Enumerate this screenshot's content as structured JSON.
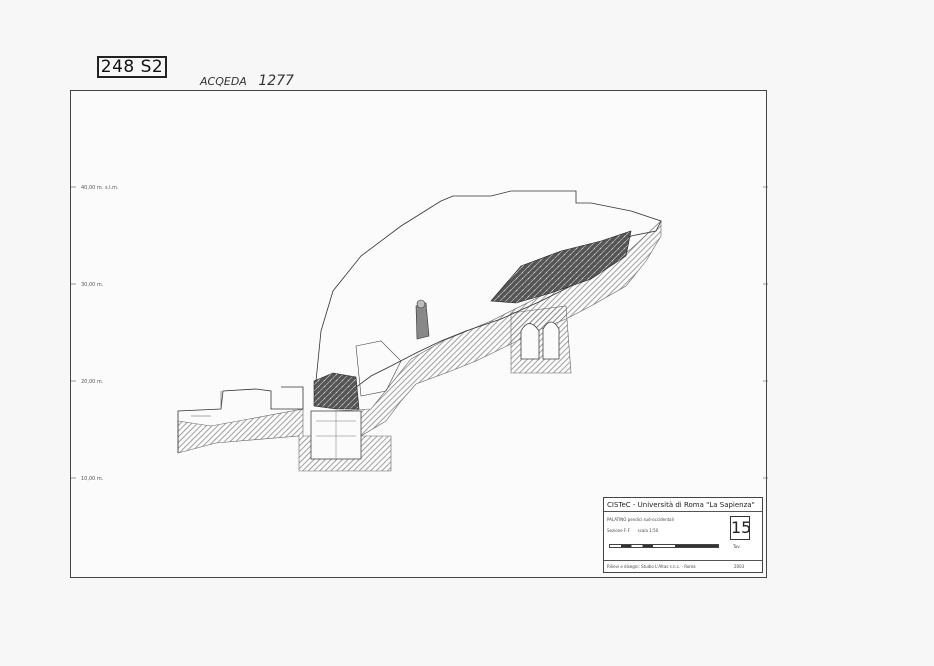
{
  "archive_stamp": "248 S2",
  "handwritten_note": {
    "label": "ACQEDA",
    "number": "1277"
  },
  "elevation_labels": [
    "40,00 m. s.l.m.",
    "30,00 m.",
    "20,00 m.",
    "10,00 m."
  ],
  "title_block": {
    "institution": "CISTeC - Università di Roma \"La Sapienza\"",
    "project": "PALATINO   pendici sud-occidentali",
    "drawing": "Sezione F-F",
    "scale": "scala 1:50",
    "sheet_number": "15",
    "sheet_label": "Tav.",
    "survey": "Rilievi e disegni:  Studio L'Altas s.n.c. - Roma",
    "year": "2003"
  },
  "colors": {
    "ink": "#333333",
    "hatch": "#8a8a8a",
    "paper": "#f7f7f7"
  }
}
